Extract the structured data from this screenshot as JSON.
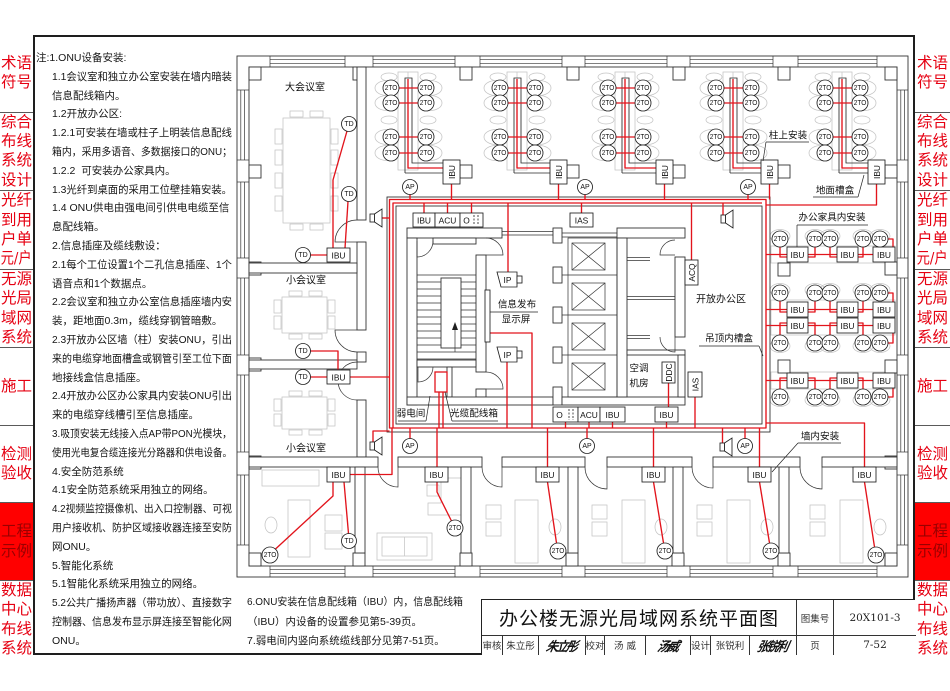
{
  "sidebar": {
    "items": [
      {
        "lines": [
          "术语",
          "符号"
        ],
        "active": false
      },
      {
        "lines": [
          "综合",
          "布线",
          "系统",
          "设计"
        ],
        "active": false
      },
      {
        "lines": [
          "光纤",
          "到用",
          "户单",
          "元/户"
        ],
        "active": false
      },
      {
        "lines": [
          "无源",
          "光局",
          "域网",
          "系统"
        ],
        "active": false
      },
      {
        "lines": [
          "施工"
        ],
        "active": false
      },
      {
        "lines": [
          "检测",
          "验收"
        ],
        "active": false
      },
      {
        "lines": [
          "工程",
          "示例"
        ],
        "active": true
      },
      {
        "lines": [
          "数据",
          "中心",
          "布线",
          "系统"
        ],
        "active": false
      }
    ],
    "colors": {
      "text": "#e60012",
      "active_background": "#ff0000",
      "active_text": "#9a0000"
    }
  },
  "notes": {
    "lines": [
      "注:1.ONU设备安装:",
      "1.1会议室和独立办公室安装在墙内暗装",
      "信息配线箱内。",
      "1.2开放办公区:",
      "1.2.1可安装在墙或柱子上明装信息配线",
      "箱内，采用多语音、多数据接口的ONU；",
      "1.2.2  可安装办公家具内。",
      "1.3光纤到桌面的采用工位壁挂箱安装。",
      "1.4 ONU供电由强电间引供电电缆至信",
      "息配线箱。",
      "2.信息插座及缆线敷设：",
      "2.1每个工位设置1个二孔信息插座、1个",
      "语音点和1个数据点。",
      "2.2会议室和独立办公室信息插座墙内安",
      "装，距地面0.3m，缆线穿钢管暗敷。",
      "2.3开放办公区墙（柱）安装ONU，引出",
      "来的电缆穿地面槽盒或钢管引至工位下面",
      "地接线盒信息插座。",
      "2.4开放办公区办公家具内安装ONU引出",
      "来的电缆穿线槽引至信息插座。",
      "3.吸顶安装无线接入点AP带PON光模块，",
      "使用光电复合缆连接光分路器和供电设备。",
      "4.安全防范系统",
      "4.1安全防范系统采用独立的网络。",
      "4.2视频监控摄像机、出入口控制器、可视",
      "用户接收机、防护区域接收器连接至安防",
      "网ONU。",
      "5.智能化系统",
      "5.1智能化系统采用独立的网络。",
      "5.2公共广播扬声器（带功放）、直接数字",
      "控制器、信息发布显示屏连接至智能化网",
      "ONU。"
    ],
    "continued_lines": [
      "6.ONU安装在信息配线箱（IBU）内，信息配线箱",
      "（IBU）内设备的设置参见第5-39页。",
      "7.弱电间内竖向系统缆线部分见第7-51页。"
    ]
  },
  "floor_plan": {
    "rooms": {
      "large_meeting_room": "大会议室",
      "small_meeting_room_upper": "小会议室",
      "small_meeting_room_lower": "小会议室",
      "open_office": "开放办公区",
      "weak_current_room": "弱电间",
      "ac_machine_room": [
        "空调",
        "机房"
      ]
    },
    "annotations": {
      "column_mounted": "柱上安装",
      "floor_trunking": "地面槽盒",
      "furniture_mounted": "办公家具内安装",
      "ceiling_tray": "吊顶内槽盒",
      "wall_mounted": "墙内安装",
      "fiber_distribution_box": "光缆配线箱",
      "info_display_screen": [
        "信息发布",
        "显示屏"
      ]
    },
    "symbols": {
      "two_port_outlet": "2TO",
      "onu_box": "IBU",
      "wireless_ap": "AP",
      "terminal_outlet": "TD",
      "access_control": "ACU",
      "intrusion_alarm": "IAS",
      "air_quality": "ACQ",
      "ddc_controller": "DDC",
      "ip_camera": "IP",
      "outlet": "O"
    },
    "colors": {
      "cable": "#e2141c",
      "walls": "#333333",
      "furniture": "#c4c4c4"
    }
  },
  "title_block": {
    "title": "办公楼无源光局域网系统平面图",
    "atlas_number_label": "图集号",
    "atlas_number": "20X101-3",
    "page_label": "页",
    "page_number": "7-52",
    "approvals": [
      {
        "role": "审核",
        "name": "朱立彤",
        "signature": "朱立彤"
      },
      {
        "role": "校对",
        "name": "汤 威",
        "signature": "汤威"
      },
      {
        "role": "设计",
        "name": "张锐利",
        "signature": "张锐利"
      }
    ]
  }
}
